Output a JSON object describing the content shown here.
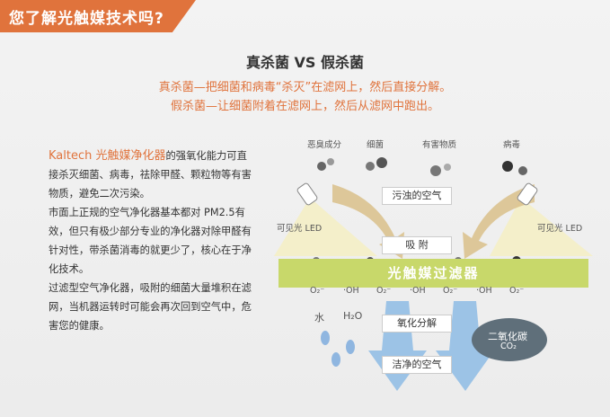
{
  "header": {
    "title": "您了解光触媒技术吗?"
  },
  "heading": "真杀菌 VS 假杀菌",
  "subtitles": [
    "真杀菌—把细菌和病毒“杀灭”在滤网上，然后直接分解。",
    "假杀菌—让细菌附着在滤网上，然后从滤网中跑出。"
  ],
  "body": {
    "brand": "Kaltech 光触媒净化器",
    "p1_rest": "的强氧化能力可直接杀灭细菌、病毒，祛除甲醛、颗粒物等有害物质，避免二次污染。",
    "p2": "市面上正规的空气净化器基本都对 PM2.5有效，但只有极少部分专业的净化器对除甲醛有针对性，带杀菌消毒的就更少了，核心在于净化技术。",
    "p3": "过滤型空气净化器，吸附的细菌大量堆积在滤网，当机器运转时可能会再次回到空气中，危害您的健康。"
  },
  "diagram": {
    "pollutants": [
      "恶臭成分",
      "细菌",
      "有害物质",
      "病毒"
    ],
    "led_left": "可见光 LED",
    "led_right": "可见光 LED",
    "stages": {
      "dirty": "污浊的空气",
      "adsorb": "吸 附",
      "oxidize": "氧化分解",
      "clean": "洁净的空气"
    },
    "filter": "光触媒过滤器",
    "molecules": [
      "O₂⁻",
      "·OH",
      "O₂⁻",
      "·OH",
      "O₂⁻",
      "·OH",
      "O₂⁻"
    ],
    "water": "水",
    "water_formula": "H₂O",
    "co2": "二氧化碳",
    "co2_formula": "CO₂"
  },
  "colors": {
    "accent": "#e0733c",
    "filter": "#c8d86a",
    "arrow_in": "#d9c08a",
    "arrow_out": "#9cc3e6"
  }
}
